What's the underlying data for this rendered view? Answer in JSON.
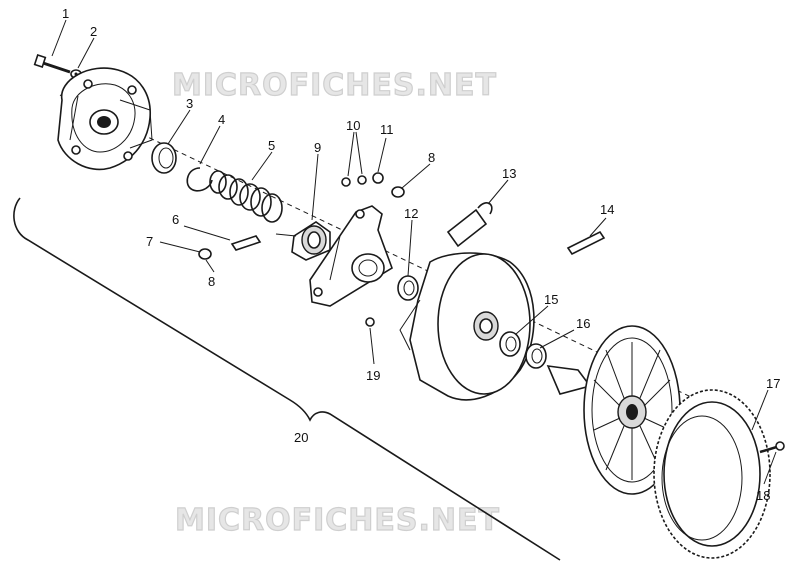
{
  "watermarks": [
    "MICROFICHES.NET",
    "MICROFICHES.NET"
  ],
  "labels": [
    "1",
    "2",
    "3",
    "4",
    "5",
    "6",
    "7",
    "8",
    "8",
    "9",
    "10",
    "11",
    "12",
    "13",
    "14",
    "15",
    "16",
    "17",
    "18",
    "19",
    "20"
  ]
}
